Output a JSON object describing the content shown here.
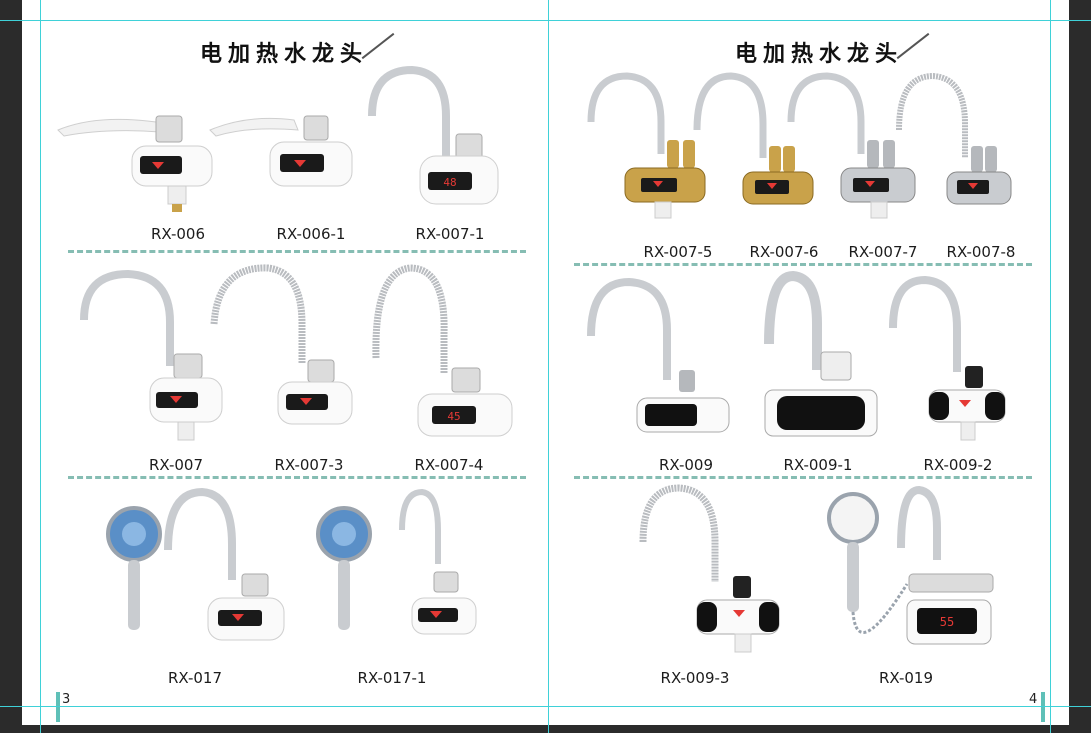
{
  "pages": [
    {
      "title": "电加热水龙头",
      "page_number": "3",
      "rows": [
        [
          "RX-006",
          "RX-006-1",
          "RX-007-1"
        ],
        [
          "RX-007",
          "RX-007-3",
          "RX-007-4"
        ],
        [
          "RX-017",
          "RX-017-1"
        ]
      ]
    },
    {
      "title": "电加热水龙头",
      "page_number": "4",
      "rows": [
        [
          "RX-007-5",
          "RX-007-6",
          "RX-007-7",
          "RX-007-8"
        ],
        [
          "RX-009",
          "RX-009-1",
          "RX-009-2"
        ],
        [
          "RX-009-3",
          "RX-019"
        ]
      ]
    }
  ],
  "colors": {
    "accent_separator": "#86bdb3",
    "guide_lines": "#3fd1d8",
    "led_display": "#e53935",
    "gold_finish": "#c9a24a",
    "chrome": "#c9ccd0"
  },
  "icons": {
    "faucet": "faucet-icon",
    "shower_head": "shower-head-icon"
  }
}
